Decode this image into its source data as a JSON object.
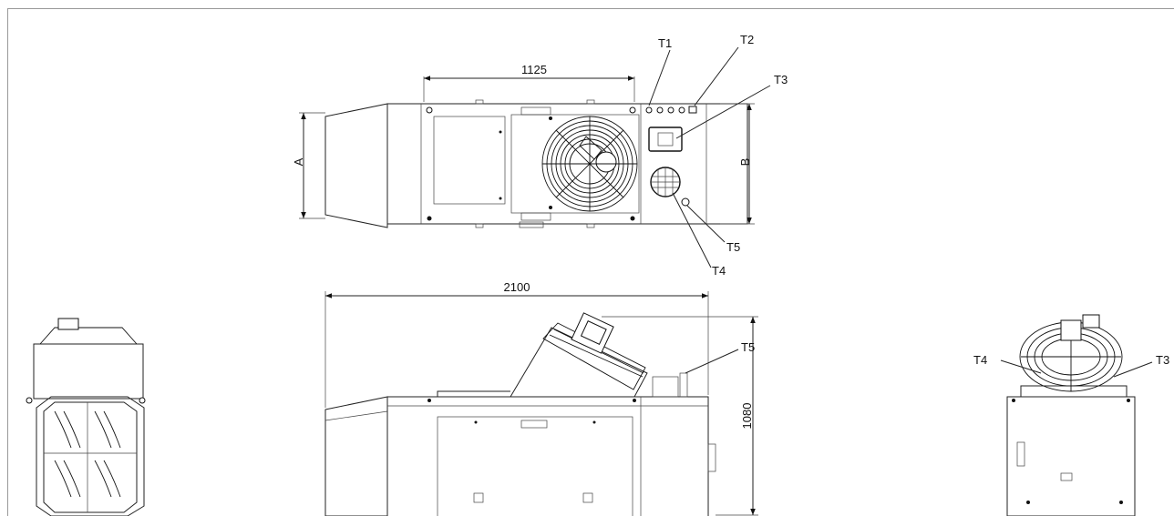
{
  "dimensions": {
    "top_width": "1125",
    "top_depth_a": "A",
    "top_depth_b": "B",
    "side_length": "2100",
    "side_height": "1080"
  },
  "labels": {
    "t1": "T1",
    "t2": "T2",
    "t3_top": "T3",
    "t4_top": "T4",
    "t5_top": "T5",
    "t5_side": "T5",
    "t4_end": "T4",
    "t3_end": "T3"
  }
}
